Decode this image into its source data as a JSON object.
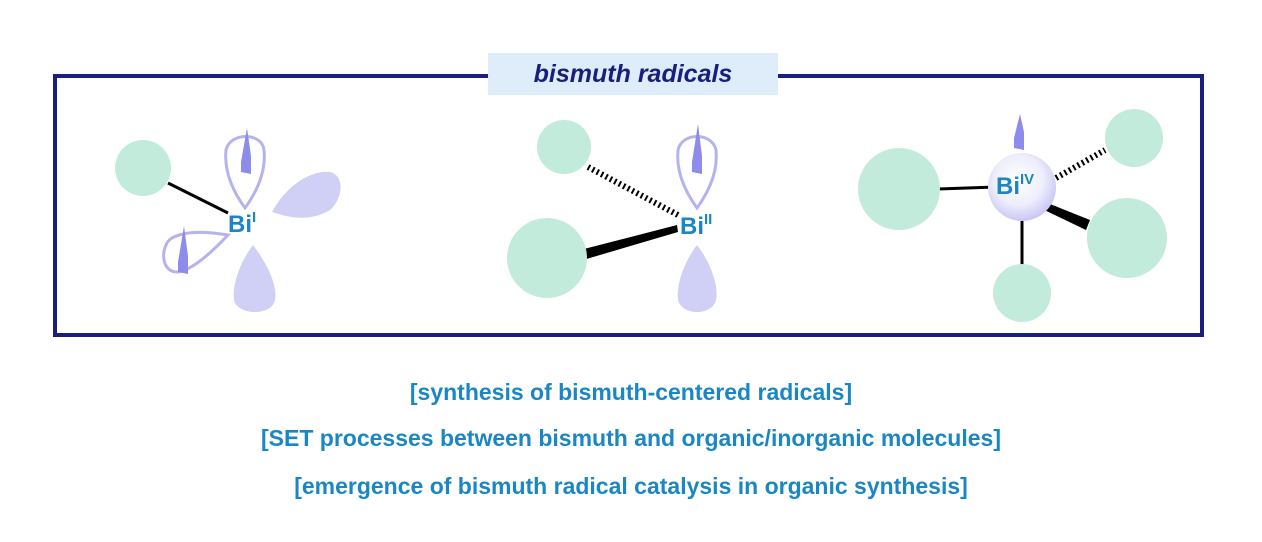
{
  "frame": {
    "title": "bismuth radicals"
  },
  "structures": [
    {
      "element": "Bi",
      "oxidation_state": "I"
    },
    {
      "element": "Bi",
      "oxidation_state": "II"
    },
    {
      "element": "Bi",
      "oxidation_state": "IV"
    }
  ],
  "captions": [
    "[synthesis of bismuth-centered radicals]",
    "[SET processes between bismuth and organic/inorganic molecules]",
    "[emergence of bismuth radical catalysis in organic synthesis]"
  ],
  "colors": {
    "frame": "#1a1e7e",
    "title_background": "#deedf9",
    "ligand": "#c2ebdc",
    "orbital": "#d0cff6",
    "orbital_outline": "#b5b3ee",
    "electron_arrow": "#8e8ceb",
    "bismuth_label": "#1a87c4",
    "caption": "#1a87c4"
  }
}
